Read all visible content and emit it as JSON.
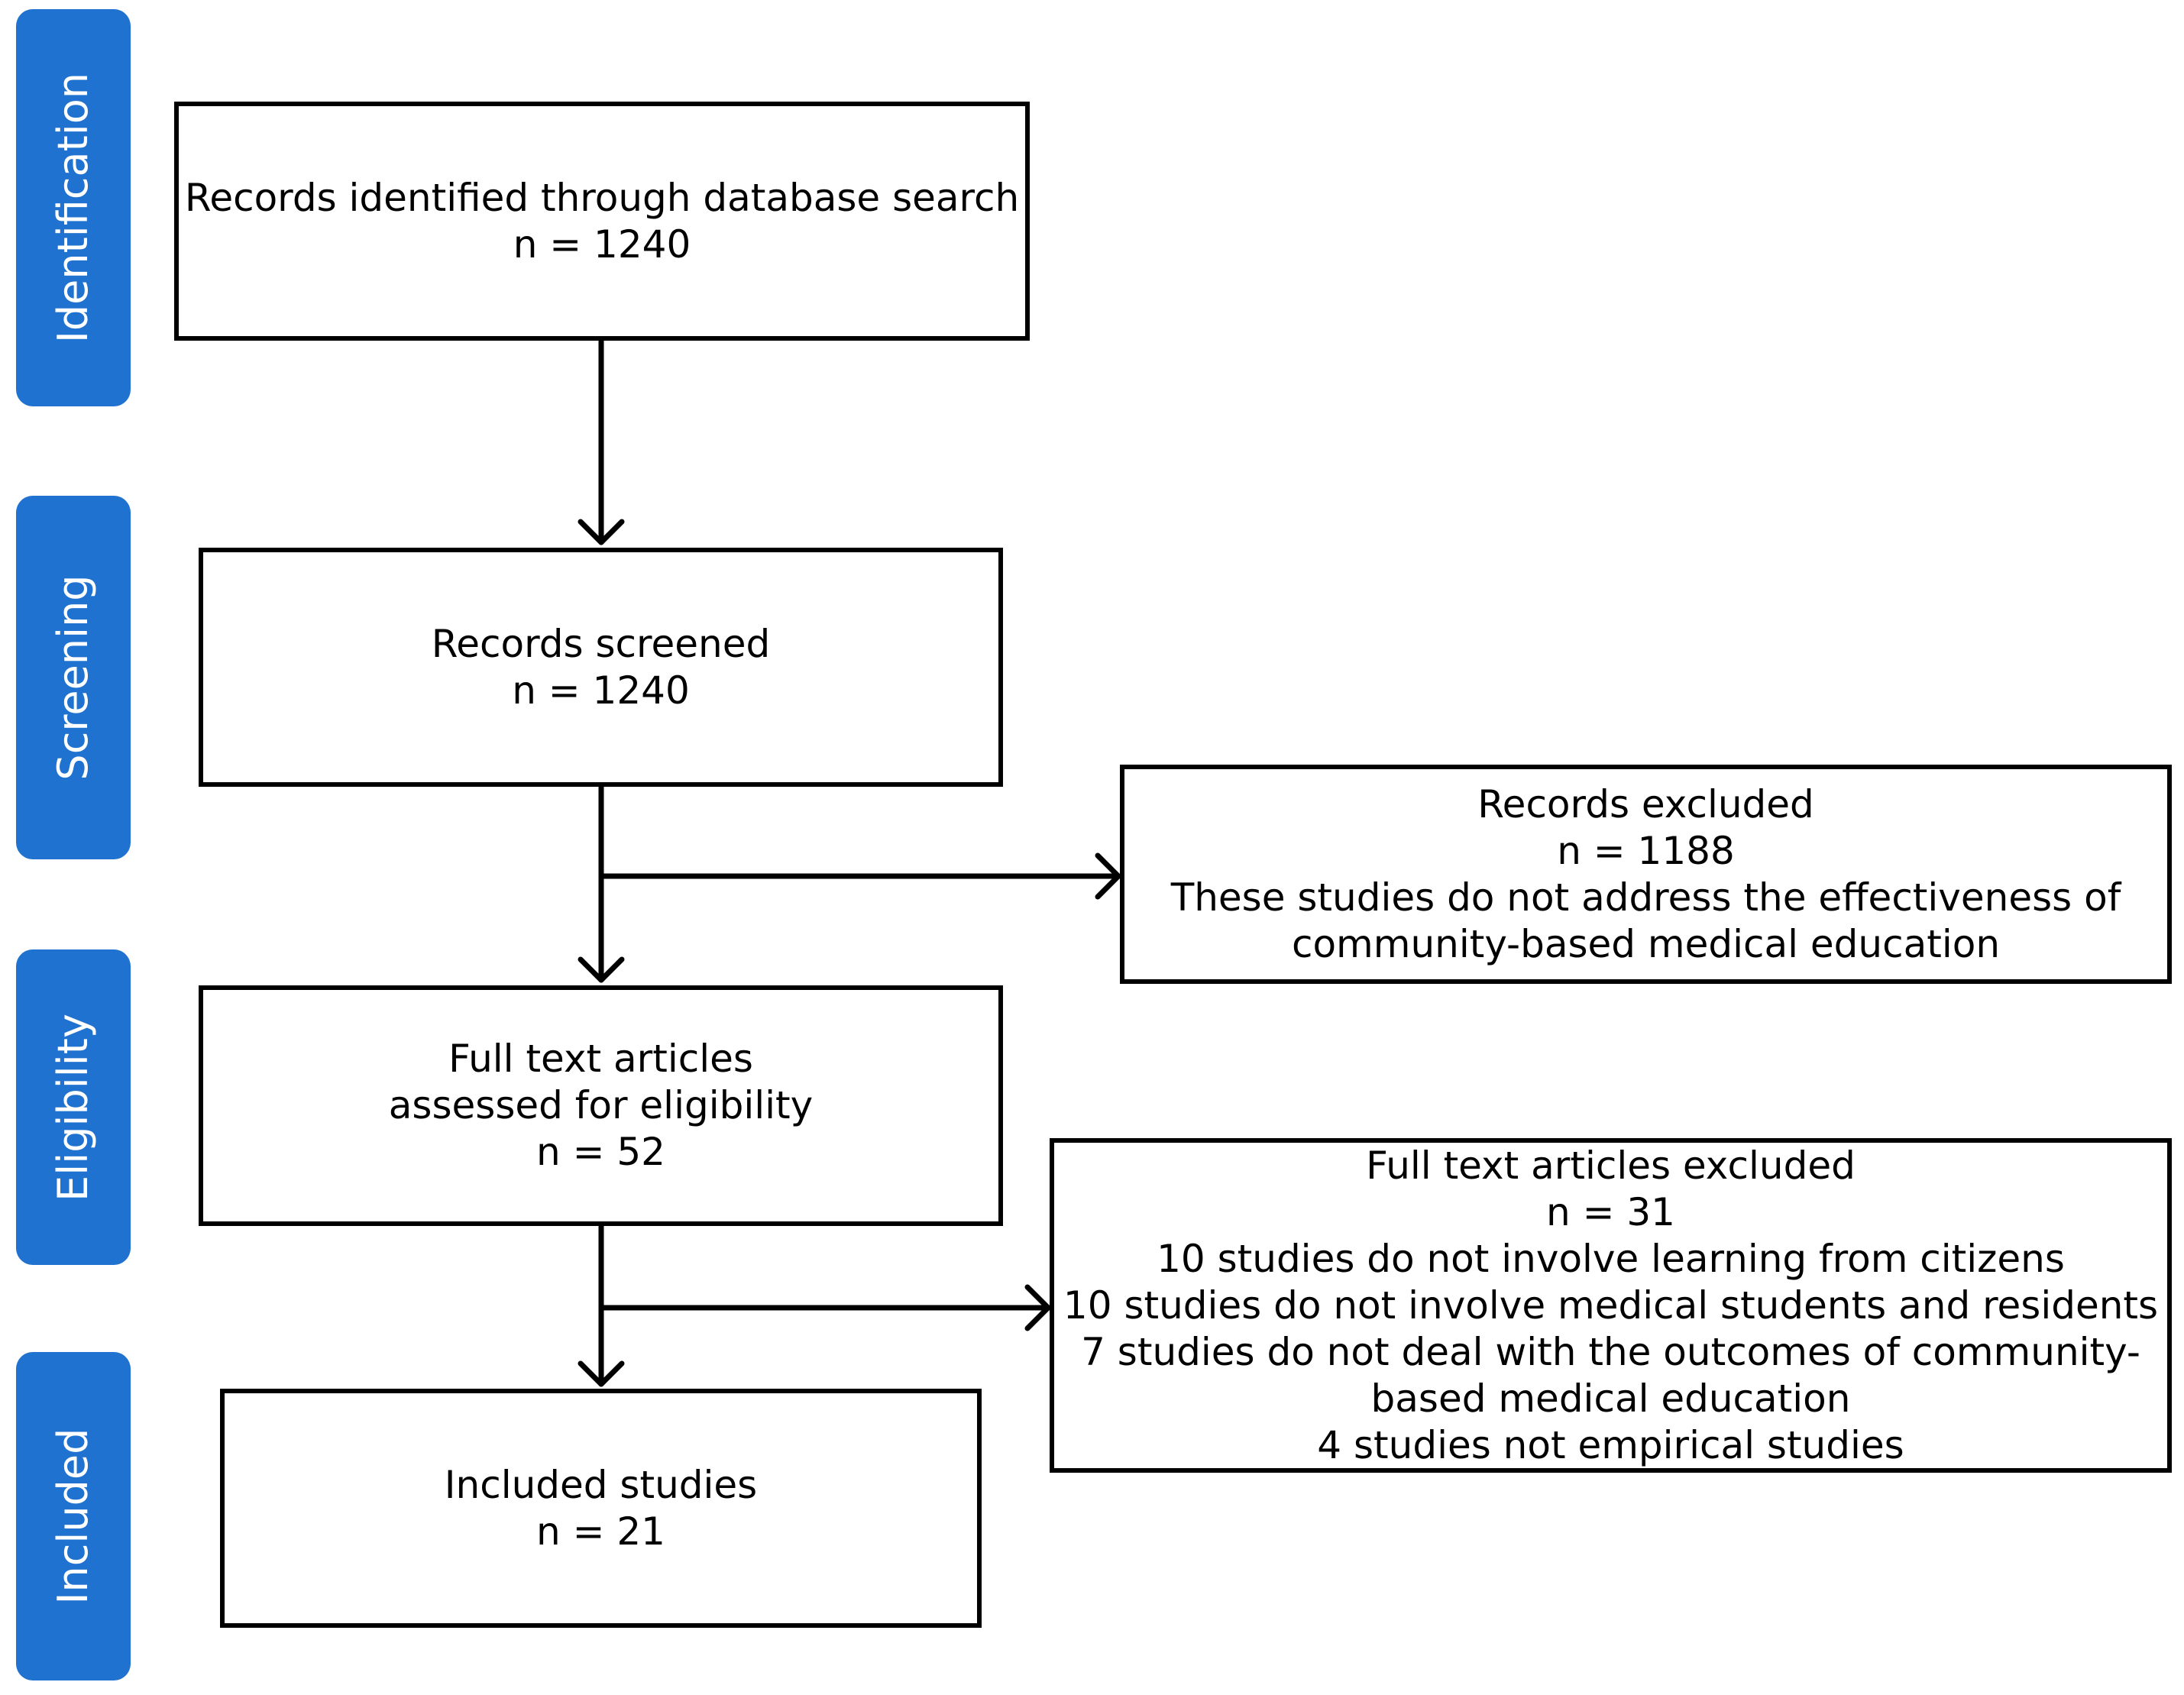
{
  "phases": {
    "identification": "Identification",
    "screening": "Screening",
    "eligibility": "Eligibility",
    "included": "Included"
  },
  "boxes": {
    "identified": {
      "label": "Records identified through database search",
      "n": "n = 1240"
    },
    "screened": {
      "label": "Records screened",
      "n": "n = 1240"
    },
    "fulltext": {
      "label_line1": "Full text articles",
      "label_line2": "assessed for eligibility",
      "n": "n = 52"
    },
    "included": {
      "label": "Included studies",
      "n": "n = 21"
    },
    "records_excluded": {
      "label": "Records excluded",
      "n": "n = 1188",
      "reason_line1": "These studies do not address the effectiveness of",
      "reason_line2": "community-based medical education"
    },
    "fulltext_excluded": {
      "label": "Full text articles excluded",
      "n": "n = 31",
      "reasons": [
        "10 studies do not involve learning from citizens",
        "10 studies do not involve medical students and residents",
        "7 studies do not deal with the outcomes of community-",
        "based medical education",
        "4 studies not empirical studies"
      ]
    }
  },
  "colors": {
    "phase_fill": "#1F72CF",
    "phase_text": "#FFFFFF",
    "border": "#000000"
  }
}
